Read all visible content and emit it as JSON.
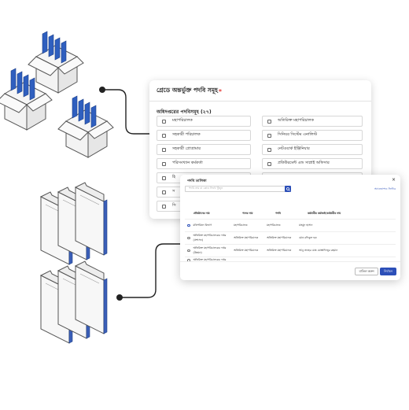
{
  "form": {
    "header": "গ্রেডে অন্তর্ভুক্ত পদবি সমূহ",
    "required_mark": "*",
    "section_title": "অধিদপ্তরের পদবিসমূহ (২৭)",
    "designations": [
      "মহাপরিচালক",
      "অতিরিক্ত মহাপরিচালক",
      "সহকারী পরিচালক",
      "সিনিয়র সিস্টেম এনালিস্ট",
      "সহকারী প্রোগ্রামার",
      "নেটওয়ার্ক ইঞ্জিনিয়ার",
      "পরিসংখ্যান কর্মকর্তা",
      "প্রকিউরমেন্ট এন্ড সাপ্লাই অফিসার",
      "হি",
      "",
      "স",
      "",
      "সি",
      ""
    ]
  },
  "modal": {
    "title": "পদবি তালিকা",
    "close_icon": "×",
    "search_placeholder": "পদবি নাম বা কোড লিখে খুঁজুন",
    "search_icon": "magnifier",
    "advanced_link": "অ্যাডভান্সড ফিল্টার",
    "columns": [
      "প্রতিষ্ঠানের নাম",
      "পদের নাম",
      "পদবি",
      "কর্মচারীর কর্মকর্তা/কর্মচারীর নাম"
    ],
    "rows": [
      {
        "selected": true,
        "org": "মন্ত্রিপরিষদ বিভাগ",
        "post": "মহাপরিচালক",
        "designation": "মহাপরিচালক",
        "employee": "মাহমুদ হাসান"
      },
      {
        "selected": false,
        "org": "অতিরিক্ত মহাপরিচালকের দপ্তর (প্রশাসন)",
        "post": "অতিরিক্ত মহাপরিচালক",
        "designation": "অতিরিক্ত মহাপরিচালক",
        "employee": "মোঃ রফিকুল হক"
      },
      {
        "selected": false,
        "org": "অতিরিক্ত মহাপরিচালকের দপ্তর (উন্নয়ন)",
        "post": "অতিরিক্ত মহাপরিচালক",
        "designation": "অতিরিক্ত মহাপরিচালক",
        "employee": "আবু তাহের মোঃ মোস্তাফিজুর রহমান"
      },
      {
        "selected": false,
        "org": "অতিরিক্ত মহাপরিচালকের দপ্তর",
        "post": "",
        "designation": "",
        "employee": ""
      }
    ],
    "cancel_label": "বাতিল করুন",
    "confirm_label": "নির্বাচন"
  },
  "colors": {
    "accent": "#2c4fb8",
    "box_blue": "#2f5fbf",
    "required": "#e53935"
  }
}
